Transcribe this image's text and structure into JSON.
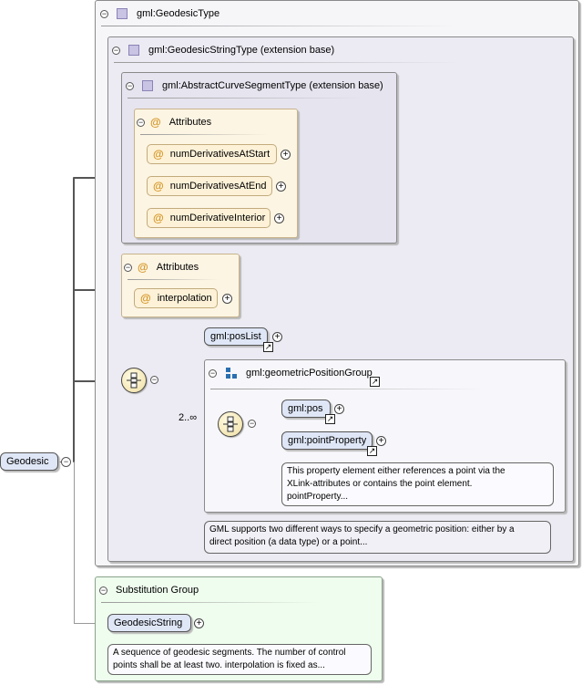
{
  "root": {
    "name": "Geodesic"
  },
  "geodesic_type": {
    "label": "gml:GeodesicType"
  },
  "geodesic_string_type": {
    "label": "gml:GeodesicStringType (extension base)"
  },
  "abstract_curve_segment_type": {
    "label": "gml:AbstractCurveSegmentType (extension base)",
    "attributes_label": "Attributes",
    "attributes": [
      "numDerivativesAtStart",
      "numDerivativesAtEnd",
      "numDerivativeInterior"
    ]
  },
  "own_attributes": {
    "label": "Attributes",
    "items": [
      "interpolation"
    ]
  },
  "choice": {
    "pos_list": "gml:posList",
    "group_label": "gml:geometricPositionGroup",
    "group_cardinality": "2..∞",
    "pos": "gml:pos",
    "point_property": "gml:pointProperty",
    "point_property_doc": [
      "This property element either references a point via the",
      "XLink-attributes or contains the point element.",
      "pointProperty..."
    ],
    "group_doc": [
      "GML supports two different ways to specify a geometric position: either by a",
      "direct position (a data type) or a point..."
    ]
  },
  "substitution": {
    "label": "Substitution Group",
    "element": "GeodesicString",
    "doc": [
      "A sequence of geodesic segments. The number of control",
      "points shall be at least two. interpolation is fixed as..."
    ]
  },
  "icons": {
    "collapse": "⊖",
    "expand": "⊕",
    "attribute": "@",
    "link": "↗"
  }
}
